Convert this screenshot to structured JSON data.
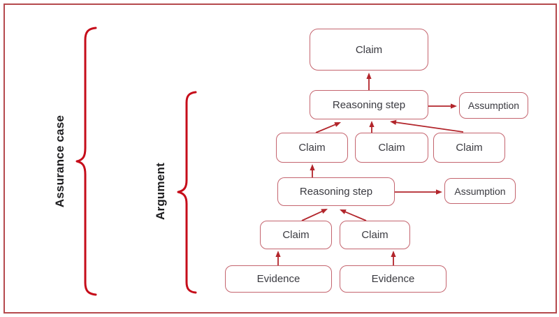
{
  "figure": {
    "braces": [
      {
        "id": "assurance-case",
        "label": "Assurance case"
      },
      {
        "id": "argument",
        "label": "Argument"
      }
    ],
    "nodes": [
      {
        "id": "claim-top",
        "label": "Claim"
      },
      {
        "id": "reasoning-step-1",
        "label": "Reasoning step"
      },
      {
        "id": "assumption-1",
        "label": "Assumption"
      },
      {
        "id": "claim-a",
        "label": "Claim"
      },
      {
        "id": "claim-b",
        "label": "Claim"
      },
      {
        "id": "claim-c",
        "label": "Claim"
      },
      {
        "id": "reasoning-step-2",
        "label": "Reasoning step"
      },
      {
        "id": "assumption-2",
        "label": "Assumption"
      },
      {
        "id": "claim-d",
        "label": "Claim"
      },
      {
        "id": "claim-e",
        "label": "Claim"
      },
      {
        "id": "evidence-1",
        "label": "Evidence"
      },
      {
        "id": "evidence-2",
        "label": "Evidence"
      }
    ],
    "edges": [
      {
        "from": "reasoning-step-1",
        "to": "claim-top"
      },
      {
        "from": "reasoning-step-1",
        "to": "assumption-1"
      },
      {
        "from": "claim-a",
        "to": "reasoning-step-1"
      },
      {
        "from": "claim-b",
        "to": "reasoning-step-1"
      },
      {
        "from": "claim-c",
        "to": "reasoning-step-1"
      },
      {
        "from": "reasoning-step-2",
        "to": "claim-a"
      },
      {
        "from": "reasoning-step-2",
        "to": "assumption-2"
      },
      {
        "from": "claim-d",
        "to": "reasoning-step-2"
      },
      {
        "from": "claim-e",
        "to": "reasoning-step-2"
      },
      {
        "from": "evidence-1",
        "to": "claim-d"
      },
      {
        "from": "evidence-2",
        "to": "claim-e"
      }
    ],
    "colors": {
      "frame_border": "#b5494d",
      "box_border": "#c4646e",
      "arrow": "#b2252b",
      "brace": "#c60d1a",
      "node_text": "#3a3a40",
      "label_text": "#1e1e20",
      "background": "#ffffff"
    }
  }
}
